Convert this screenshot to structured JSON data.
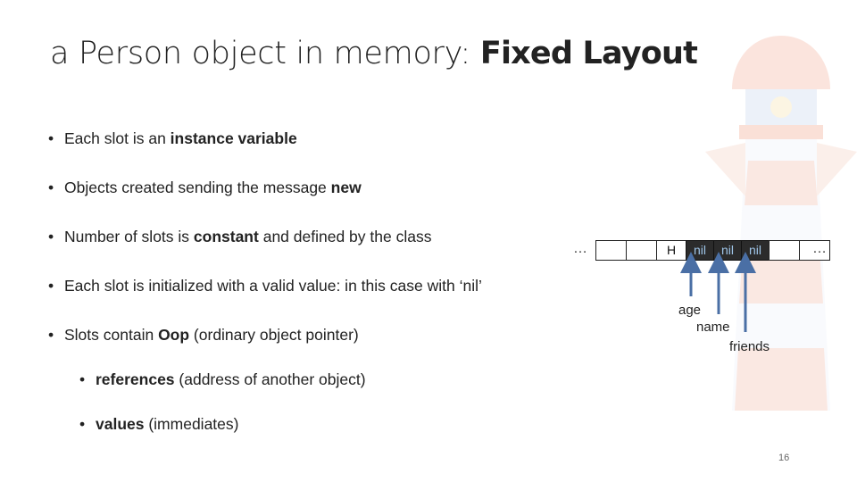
{
  "title": {
    "light": "a Person object in memory: ",
    "bold": "Fixed Layout"
  },
  "bullets": [
    {
      "pre": "Each slot is an ",
      "bold": "instance variable",
      "post": ""
    },
    {
      "pre": "Objects created sending the message ",
      "bold": "new",
      "post": ""
    },
    {
      "pre": "Number of slots is ",
      "bold": "constant",
      "post": " and defined by the class"
    },
    {
      "pre": "Each slot is initialized with a valid value: in this case with ‘nil’",
      "bold": "",
      "post": ""
    },
    {
      "pre": "Slots contain ",
      "bold": "Oop",
      "post": " (ordinary object pointer)"
    }
  ],
  "sub_bullets": [
    {
      "bold": "references",
      "post": " (address of another object)"
    },
    {
      "bold": "values",
      "post": " (immediates)"
    }
  ],
  "bullet_glyph": "•",
  "memory": {
    "left_ellipsis": "…",
    "right_ellipsis": "…",
    "header_label": "H",
    "slots": [
      "nil",
      "nil",
      "nil"
    ]
  },
  "labels": {
    "age": "age",
    "name": "name",
    "friends": "friends"
  },
  "arrow_color": "#4a6fa5",
  "page_number": "16"
}
